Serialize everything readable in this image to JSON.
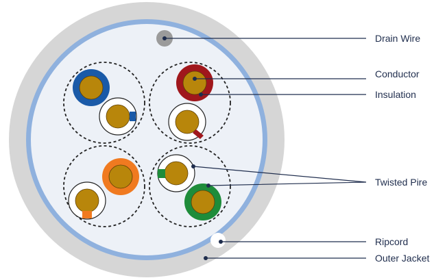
{
  "labels": {
    "drain_wire": "Drain Wire",
    "conductor": "Conductor",
    "insulation": "Insulation",
    "twisted_pair": "Twisted Pire",
    "ripcord": "Ripcord",
    "outer_jacket": "Outer Jacket"
  },
  "colors": {
    "jacket": "#d6d6d6",
    "shield": "#8fb1de",
    "copper": "#b8860b",
    "blue": "#1a5aa8",
    "red": "#a0171c",
    "orange": "#f07a20",
    "green": "#1e8c3a",
    "leader": "#1f2d4d"
  },
  "pairs": [
    {
      "name": "blue-pair",
      "color": "blue"
    },
    {
      "name": "red-pair",
      "color": "red"
    },
    {
      "name": "orange-pair",
      "color": "orange"
    },
    {
      "name": "green-pair",
      "color": "green"
    }
  ]
}
